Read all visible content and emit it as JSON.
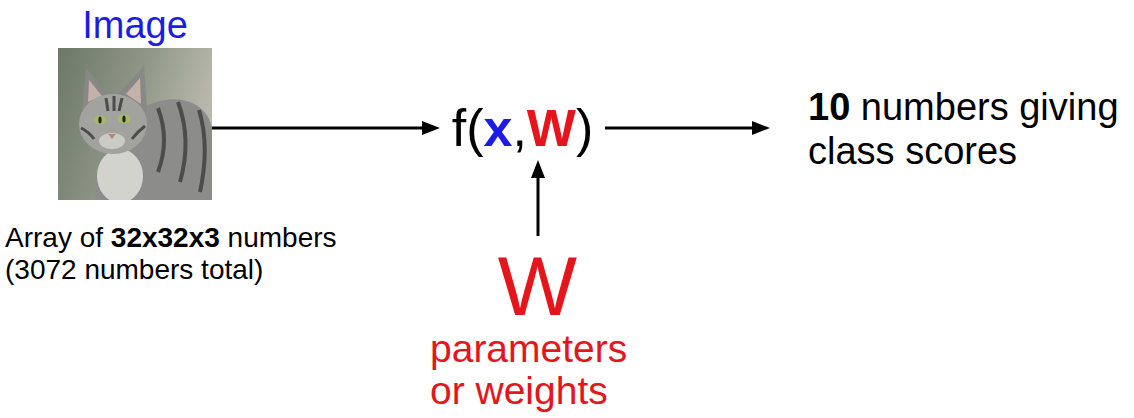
{
  "diagram": {
    "nodes": [
      {
        "text": [
          "Image",
          "Array of 32x32x3 numbers (3072 numbers total)"
        ]
      },
      {
        "text": [
          "f(x,W)"
        ]
      },
      {
        "text": [
          "10 numbers giving class scores"
        ]
      },
      {
        "text": [
          "W",
          "parameters or weights"
        ]
      }
    ],
    "edges": [
      {
        "from": 0,
        "to": 1,
        "arrow": "to"
      },
      {
        "from": 1,
        "to": 2,
        "arrow": "to"
      },
      {
        "from": 3,
        "to": 1,
        "arrow": "to"
      }
    ]
  }
}
